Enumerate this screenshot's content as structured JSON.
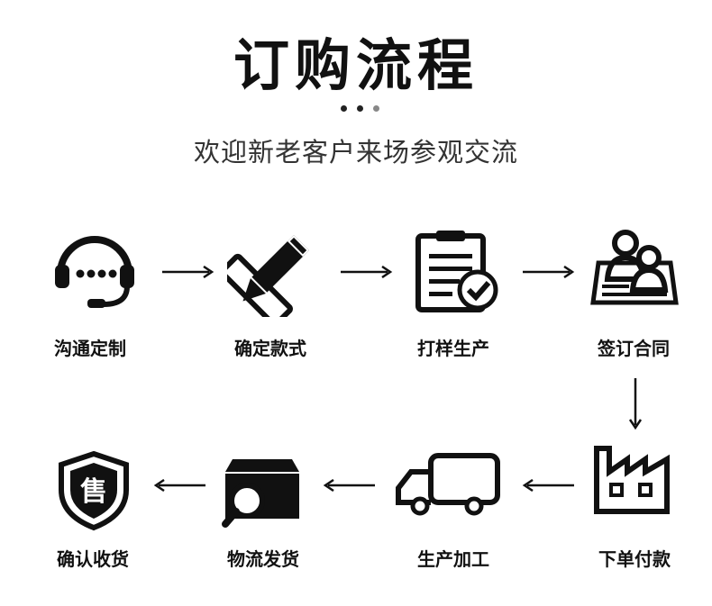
{
  "header": {
    "title": "订购流程",
    "subtitle": "欢迎新老客户来场参观交流"
  },
  "dot_colors": [
    "#222222",
    "#222222",
    "#888888"
  ],
  "steps": [
    {
      "label": "沟通定制",
      "icon": "headset-icon"
    },
    {
      "label": "确定款式",
      "icon": "pencil-ruler-icon"
    },
    {
      "label": "打样生产",
      "icon": "clipboard-check-icon"
    },
    {
      "label": "签订合同",
      "icon": "contract-people-icon"
    },
    {
      "label": "下单付款",
      "icon": "factory-icon"
    },
    {
      "label": "生产加工",
      "icon": "truck-icon"
    },
    {
      "label": "物流发货",
      "icon": "box-search-icon"
    },
    {
      "label": "确认收货",
      "icon": "shield-sale-icon"
    }
  ],
  "badge_char": "售"
}
